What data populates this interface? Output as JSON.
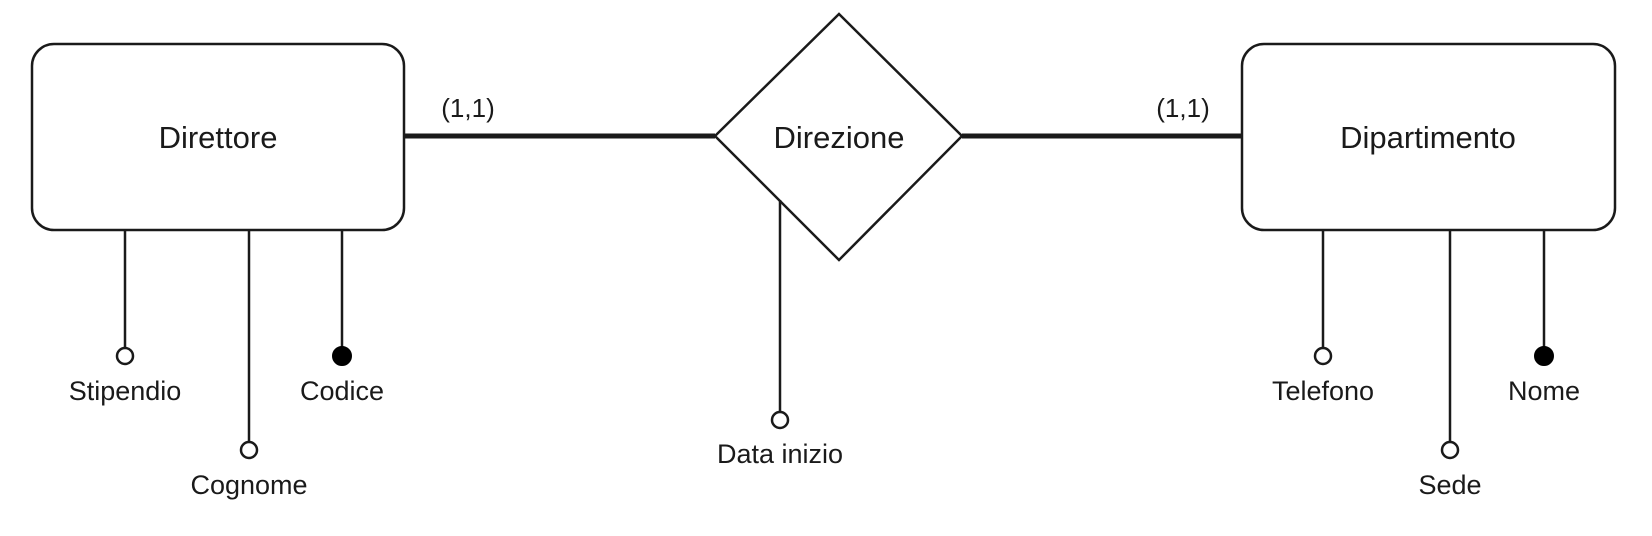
{
  "diagram": {
    "entities": [
      {
        "id": "direttore",
        "name": "Direttore",
        "attributes": [
          {
            "label": "Stipendio",
            "identifier": false
          },
          {
            "label": "Cognome",
            "identifier": false
          },
          {
            "label": "Codice",
            "identifier": true
          }
        ]
      },
      {
        "id": "dipartimento",
        "name": "Dipartimento",
        "attributes": [
          {
            "label": "Telefono",
            "identifier": false
          },
          {
            "label": "Sede",
            "identifier": false
          },
          {
            "label": "Nome",
            "identifier": true
          }
        ]
      }
    ],
    "relationship": {
      "name": "Direzione",
      "attributes": [
        {
          "label": "Data inizio",
          "identifier": false
        }
      ],
      "cardinalities": {
        "direttore": "(1,1)",
        "dipartimento": "(1,1)"
      }
    }
  }
}
